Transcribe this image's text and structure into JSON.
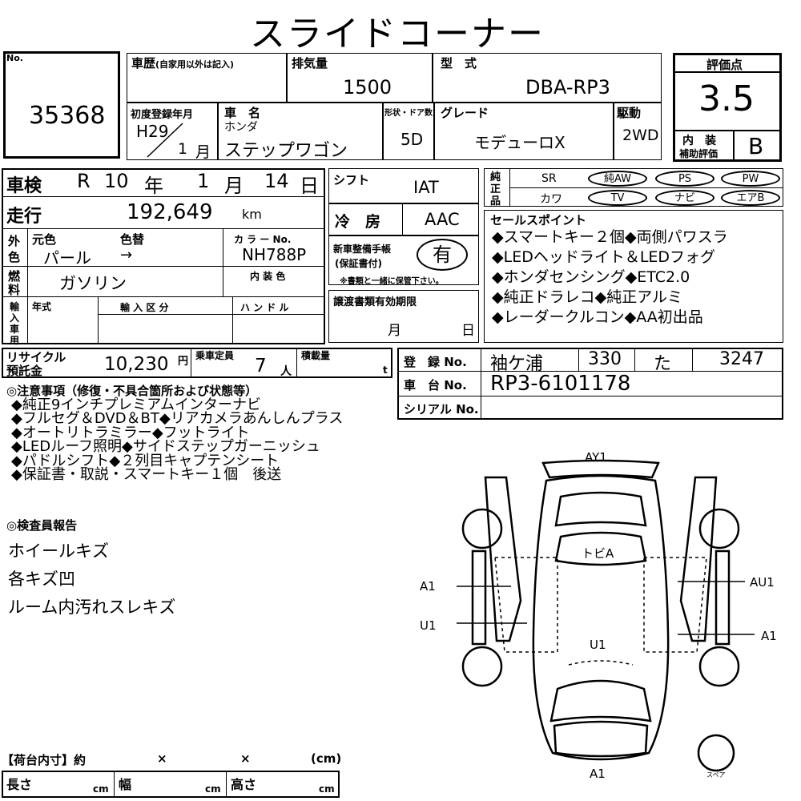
{
  "title": "スライドコーナー",
  "lot": {
    "no_label": "No.",
    "number": "35368"
  },
  "history": {
    "label": "車歴",
    "label_note": "(自家用以外は記入)"
  },
  "displacement": {
    "label": "排気量",
    "value": "1500"
  },
  "model": {
    "label": "型　式",
    "value": "DBA-RP3"
  },
  "evaluation": {
    "label": "評価点",
    "score": "3.5",
    "interior_label_1": "内　装",
    "interior_label_2": "補助評価",
    "interior_value": "B"
  },
  "first_reg": {
    "label": "初度登録年月",
    "year": "H29",
    "month": "1",
    "month_unit": "月"
  },
  "car_name": {
    "label": "車　名",
    "maker": "ホンダ",
    "name": "ステップワゴン"
  },
  "doors": {
    "label": "形状・ドア数",
    "value": "5D"
  },
  "grade": {
    "label": "グレード",
    "value": "モデューロX"
  },
  "drive": {
    "label": "駆動",
    "value": "2WD"
  },
  "inspection": {
    "label": "車検",
    "era": "R",
    "year": "10",
    "year_unit": "年",
    "month": "1",
    "month_unit": "月",
    "day": "14",
    "day_unit": "日"
  },
  "mileage": {
    "label": "走行",
    "value": "192,649",
    "unit": "km"
  },
  "exterior_color": {
    "label_1": "外",
    "label_2": "色",
    "orig_label": "元色",
    "change_label": "色替",
    "orig_value": "パール",
    "arrow": "→"
  },
  "color_no": {
    "label": "カ ラ ー No.",
    "value": "NH788P"
  },
  "fuel": {
    "label_1": "燃",
    "label_2": "料",
    "value": "ガソリン"
  },
  "interior_color": {
    "label": "内 装 色"
  },
  "import": {
    "label_1": "輸",
    "label_2": "入",
    "label_3": "車",
    "label_4": "用",
    "year_label": "年式",
    "kind_label": "輸 入 区 分",
    "handle_label": "ハ ン ド ル"
  },
  "shift": {
    "label": "シフト",
    "value": "IAT"
  },
  "aircon": {
    "label": "冷　房",
    "value": "AAC"
  },
  "maintenance": {
    "label_1": "新車整備手帳",
    "label_2": "(保証書付)",
    "value": "有",
    "note": "※書類と一緒に保管下さい。"
  },
  "transfer": {
    "label": "譲渡書類有効期限",
    "month_unit": "月",
    "day_unit": "日"
  },
  "equipment": {
    "label_1": "純",
    "label_2": "正",
    "label_3": "品",
    "row1": [
      "SR",
      "純AW",
      "PS",
      "PW"
    ],
    "row2": [
      "カワ",
      "TV",
      "ナビ",
      "エアB"
    ]
  },
  "sales_points": {
    "label": "セールスポイント",
    "lines": [
      "◆スマートキー２個◆両側パワスラ",
      "◆LEDヘッドライト＆LEDフォグ",
      "◆ホンダセンシング◆ETC2.0",
      "◆純正ドラレコ◆純正アルミ",
      "◆レーダークルコン◆AA初出品"
    ]
  },
  "recycle": {
    "label_1": "リサイクル",
    "label_2": "預託金",
    "value": "10,230",
    "unit": "円"
  },
  "capacity": {
    "label": "乗車定員",
    "value": "7",
    "unit": "人"
  },
  "load": {
    "label": "積載量",
    "unit": "t"
  },
  "registration": {
    "label": "登　録 No.",
    "place": "袖ケ浦",
    "class": "330",
    "kana": "た",
    "number": "3247"
  },
  "chassis": {
    "label": "車　台 No.",
    "value": "RP3-6101178"
  },
  "serial": {
    "label": "シリアル No."
  },
  "notes": {
    "label": "◎注意事項（修復・不具合箇所および状態等）",
    "lines": [
      "◆純正9インチプレミアムインターナビ",
      "◆フルセグ＆DVD＆BT◆リアカメラあんしんプラス",
      "◆オートリトラミラー◆フットライト",
      "◆LEDルーフ照明◆サイドステップガーニッシュ",
      "◆パドルシフト◆２列目キャプテンシート",
      "◆保証書・取説・スマートキー１個　後送"
    ]
  },
  "inspector": {
    "label": "◎検査員報告",
    "lines": [
      "ホイールキズ",
      "各キズ凹",
      "ルーム内汚れスレキズ"
    ]
  },
  "diagram": {
    "top": "AY1",
    "roof": "トビA",
    "left_upper": "A1",
    "left_lower": "U1",
    "right_upper": "AU1",
    "right_lower": "A1",
    "center": "U1",
    "bottom": "A1",
    "spare": "スペア"
  },
  "cargo": {
    "label": "【荷台内寸】約",
    "times1": "×",
    "times2": "×",
    "unit_label": "(cm)",
    "length_label": "長さ",
    "width_label": "幅",
    "height_label": "高さ",
    "cm": "cm"
  }
}
